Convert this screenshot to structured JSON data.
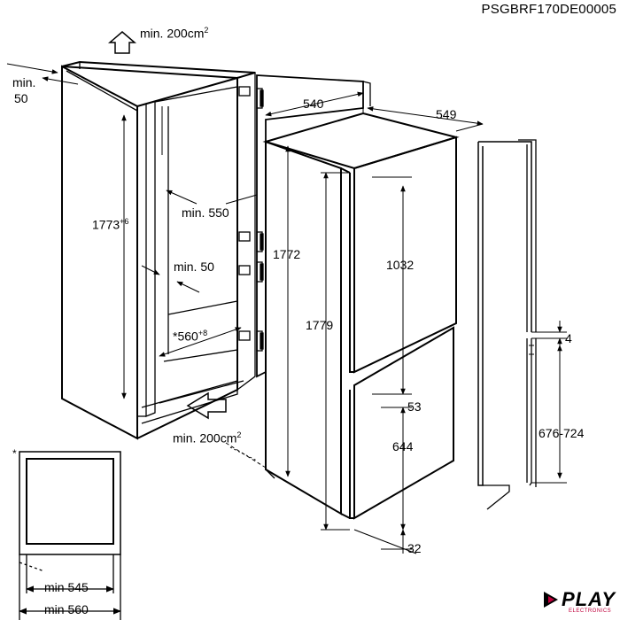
{
  "header": {
    "code": "PSGBRF170DE00005"
  },
  "labels": {
    "ventilation_top": "min. 200cm",
    "ventilation_top_sup": "2",
    "top_gap": "min.",
    "top_gap_value": "50",
    "niche_height": "1773",
    "niche_height_tol": "+6",
    "niche_depth": "min. 550",
    "rear_gap": "min. 50",
    "niche_width": "*560",
    "niche_width_tol": "+8",
    "ventilation_bottom": "min. 200cm",
    "ventilation_bottom_sup": "2",
    "door_hinge_width": "540",
    "appliance_depth": "549",
    "appliance_height": "1772",
    "total_height": "1779",
    "upper_door": "1032",
    "door_gap": "53",
    "lower_door": "644",
    "bottom_gap": "32",
    "panel_gap": "4",
    "lower_panel": "676-724",
    "asterisk": "*",
    "min_545": "min 545",
    "min_560": "min 560"
  },
  "logo": {
    "text": "PLAY",
    "sub": "ELECTRONICS",
    "accent_color": "#c0003c"
  }
}
